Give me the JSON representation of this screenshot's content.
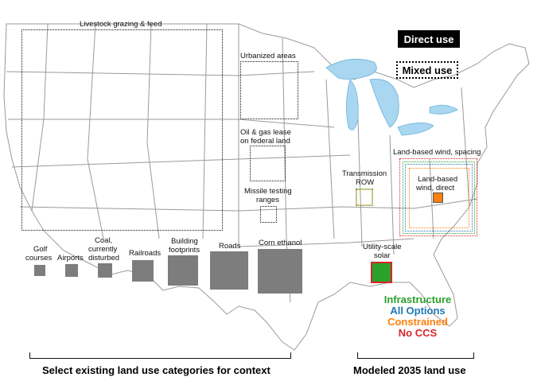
{
  "legend": {
    "direct": "Direct use",
    "mixed": "Mixed use"
  },
  "labels": {
    "livestock": "Livestock grazing & feed",
    "urbanized": "Urbanized areas",
    "oilgas_1": "Oil & gas lease",
    "oilgas_2": "on federal land",
    "missile_1": "Missile testing",
    "missile_2": "ranges",
    "transmission_1": "Transmission",
    "transmission_2": "ROW",
    "wind_spacing": "Land-based wind, spacing",
    "wind_direct_1": "Land-based",
    "wind_direct_2": "wind, direct",
    "solar_1": "Utility-scale",
    "solar_2": "solar"
  },
  "categories": {
    "golf_1": "Golf",
    "golf_2": "courses",
    "airports": "Airports",
    "coal_1": "Coal,",
    "coal_2": "currently",
    "coal_3": "disturbed",
    "railroads": "Railroads",
    "building_1": "Building",
    "building_2": "footprints",
    "roads": "Roads",
    "corn": "Corn ethanol"
  },
  "scenarios": {
    "infrastructure": "Infrastructure",
    "all_options": "All Options",
    "constrained": "Constrained",
    "no_ccs": "No CCS"
  },
  "colors": {
    "infrastructure": "#2ca02c",
    "all_options": "#1f77b4",
    "constrained": "#ff7f0e",
    "no_ccs": "#d62728",
    "lakes": "#a9d6f0",
    "direct_gray": "#7d7d7d"
  },
  "captions": {
    "left": "Select existing land use categories for context",
    "right": "Modeled 2035 land use"
  }
}
